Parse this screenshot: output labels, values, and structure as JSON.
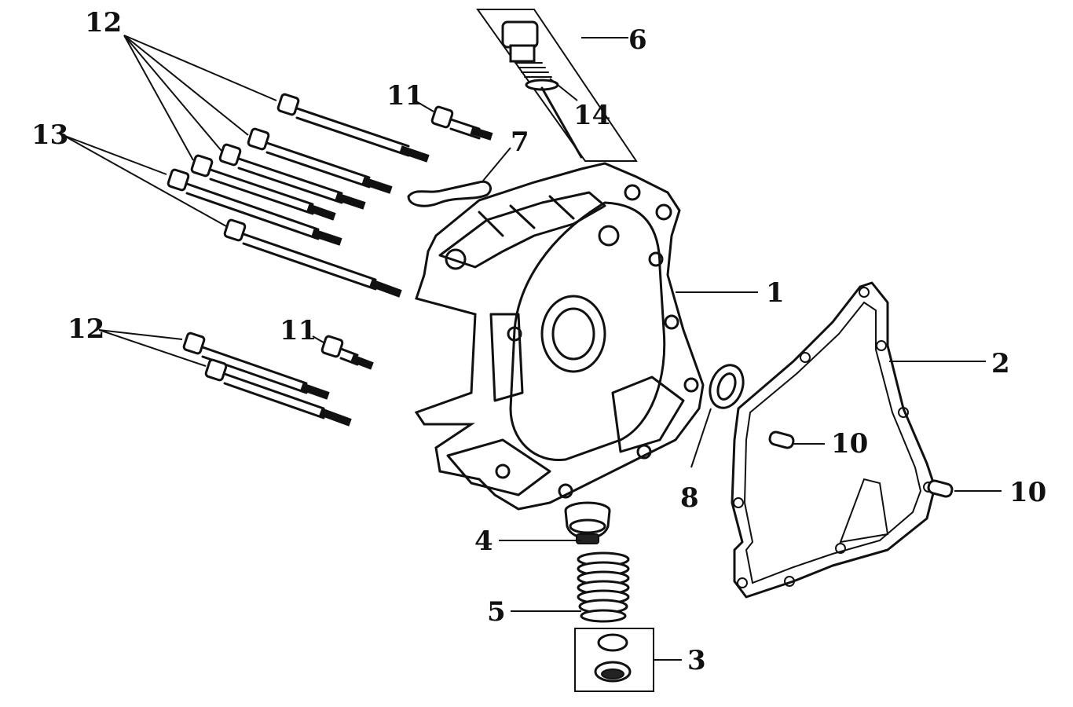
{
  "callouts": {
    "c1": "1",
    "c2": "2",
    "c3": "3",
    "c4": "4",
    "c5": "5",
    "c6": "6",
    "c7": "7",
    "c8": "8",
    "c10a": "10",
    "c10b": "10",
    "c11a": "11",
    "c11b": "11",
    "c12a": "12",
    "c12b": "12",
    "c13": "13",
    "c14": "14"
  }
}
